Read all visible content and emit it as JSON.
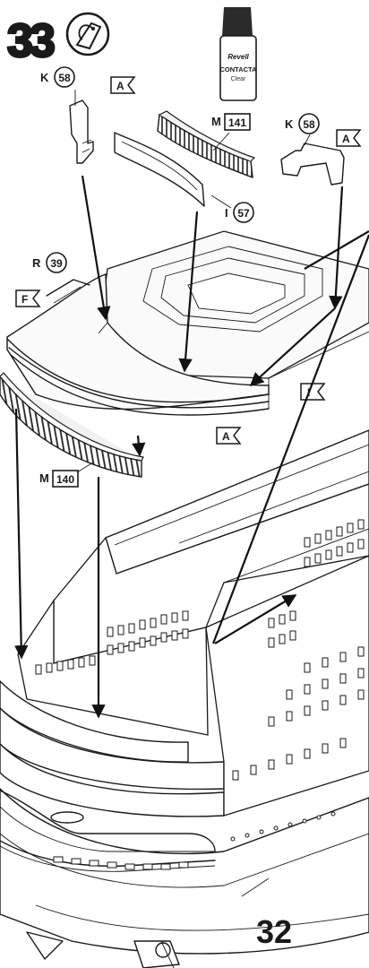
{
  "step": {
    "number": "33",
    "icon": "glue-tag-icon"
  },
  "glue": {
    "brand": "Revell",
    "product": "CONTACTA",
    "variant": "Clear"
  },
  "parts": [
    {
      "sprue": "K",
      "number": "58"
    },
    {
      "sprue": "K",
      "number": "58"
    },
    {
      "sprue": "M",
      "number": "141"
    },
    {
      "sprue": "I",
      "number": "57"
    },
    {
      "sprue": "R",
      "number": "39"
    },
    {
      "sprue": "M",
      "number": "140"
    }
  ],
  "flags": [
    "A",
    "A",
    "F",
    "I",
    "A"
  ],
  "next_step": "32"
}
